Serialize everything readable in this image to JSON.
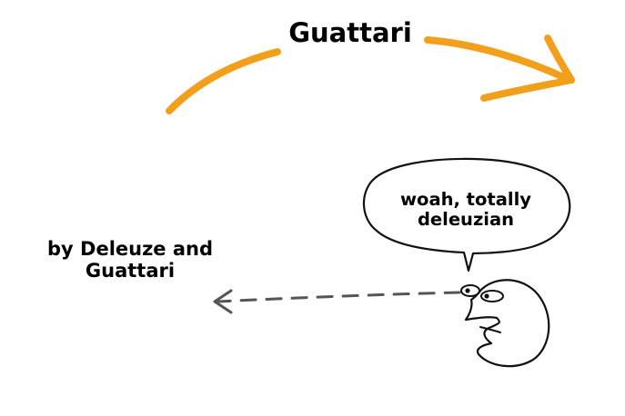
{
  "labels": {
    "top": "Guattari",
    "side": "by Deleuze and Guattari",
    "speech": "woah, totally deleuzian"
  },
  "colors": {
    "arrow_orange": "#f2a01b",
    "ink": "#111111",
    "dashed_arrow": "#555555",
    "background": "#ffffff"
  },
  "icons": {
    "top_arrow": "curved-orange-arrow-icon",
    "dashed_arrow": "dashed-left-arrow-icon",
    "figure": "doodle-face-icon",
    "bubble": "speech-bubble-icon"
  }
}
